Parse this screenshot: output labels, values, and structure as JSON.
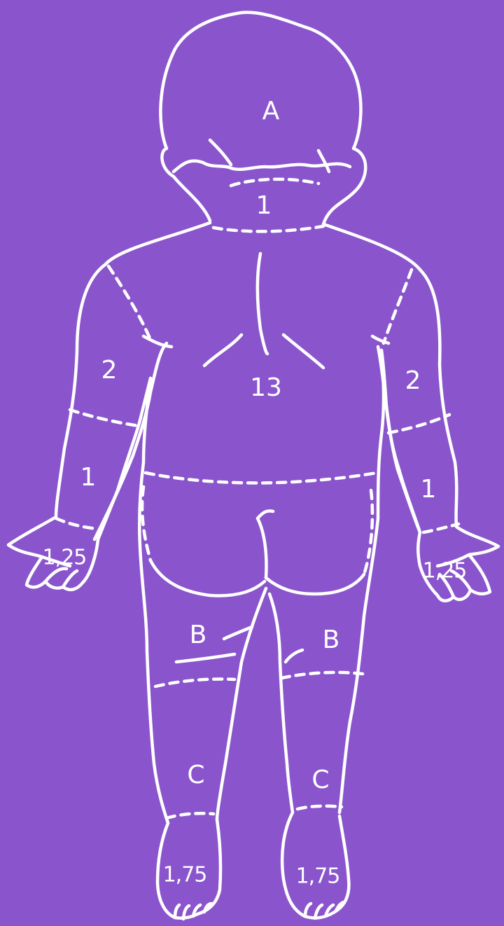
{
  "colors": {
    "background": "#8a55cc",
    "line": "#ffffff"
  },
  "labels": {
    "head": "A",
    "neck": "1",
    "trunk": "13",
    "upper_arm_left": "2",
    "upper_arm_right": "2",
    "forearm_left": "1",
    "forearm_right": "1",
    "hand_left": "1,25",
    "hand_right": "1,25",
    "thigh_left": "B",
    "thigh_right": "B",
    "leg_left": "C",
    "leg_right": "C",
    "foot_left": "1,75",
    "foot_right": "1,75"
  }
}
